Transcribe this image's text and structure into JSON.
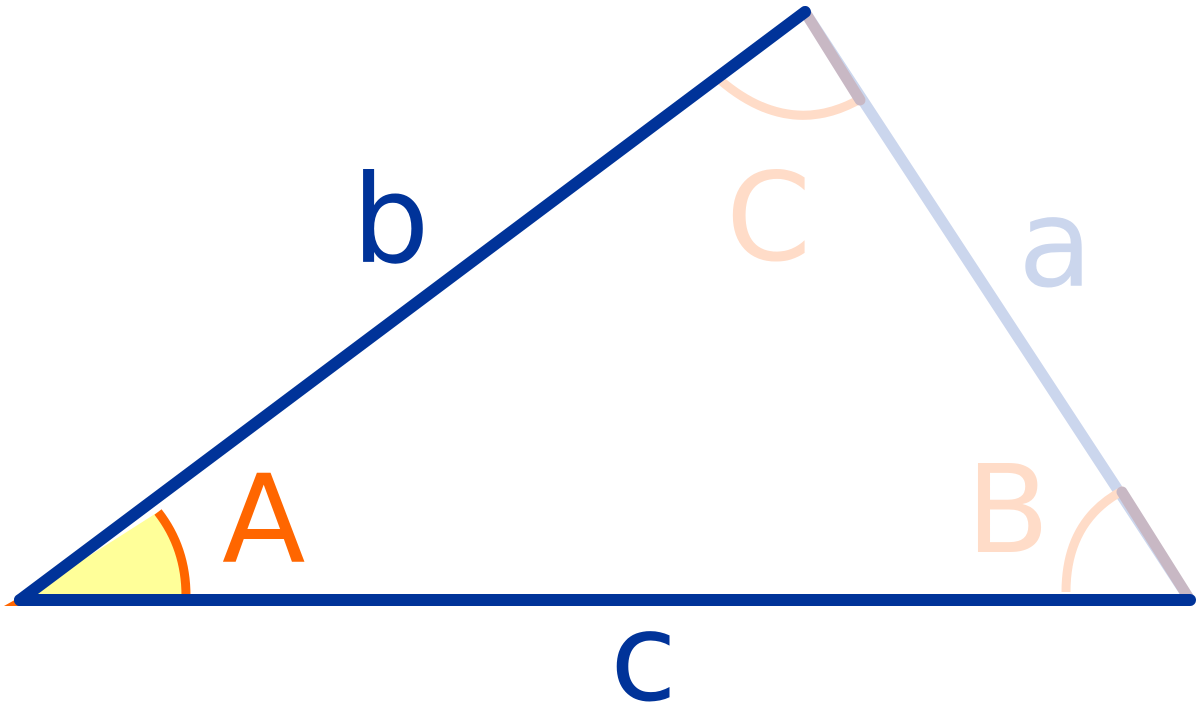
{
  "diagram": {
    "colors": {
      "background": "#ffffff",
      "side_primary": "#003399",
      "side_faded": "#cbd6ed",
      "angle_primary": "#ff6600",
      "angle_faded": "#ffdcc8",
      "angle_fill": "#ffff99",
      "overlap_faded": "#c8b8c4"
    },
    "sides": {
      "a": {
        "label": "a",
        "highlighted": false
      },
      "b": {
        "label": "b",
        "highlighted": true
      },
      "c": {
        "label": "c",
        "highlighted": true
      }
    },
    "angles": {
      "A": {
        "label": "A",
        "highlighted": true
      },
      "B": {
        "label": "B",
        "highlighted": false
      },
      "C": {
        "label": "C",
        "highlighted": false
      }
    }
  }
}
